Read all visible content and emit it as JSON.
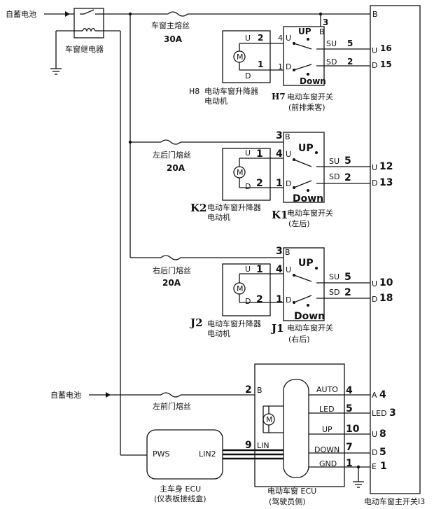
{
  "top": {
    "battery_label": "自蓄电池",
    "relay_label": "车窗继电器",
    "fuse_main_label": "车窗主熔丝",
    "fuse_main_rating": "30A"
  },
  "master": {
    "label": "电动车窗主开关I3",
    "pin_B": "B",
    "pins": [
      {
        "letter": "U",
        "number": "16"
      },
      {
        "letter": "D",
        "number": "15"
      },
      {
        "letter": "U",
        "number": "12"
      },
      {
        "letter": "D",
        "number": "13"
      },
      {
        "letter": "U",
        "number": "10"
      },
      {
        "letter": "D",
        "number": "18"
      },
      {
        "letter": "A",
        "number": "4"
      },
      {
        "letter": "LED",
        "number": "3"
      },
      {
        "letter": "U",
        "number": "8"
      },
      {
        "letter": "D",
        "number": "5"
      },
      {
        "letter": "E",
        "number": "1"
      }
    ]
  },
  "front_pass": {
    "motor_code": "H8",
    "motor_name_1": "电动车窗升降器",
    "motor_name_2": "电动机",
    "switch_code": "H7",
    "switch_name": "电动车窗开关",
    "switch_pos": "(前排乘客)",
    "pin_b": "3",
    "pin_u_motor": "2",
    "pin_d_motor": "1",
    "pin_u_sw": "4",
    "pin_d_sw": "1",
    "pin_su": "5",
    "pin_sd": "2",
    "up": "UP",
    "down": "Down",
    "b": "B",
    "u": "U",
    "d": "D",
    "su": "SU",
    "sd": "SD",
    "m": "M"
  },
  "left_rear": {
    "fuse_label": "左后门熔丝",
    "fuse_rating": "20A",
    "motor_code": "K2",
    "motor_name_1": "电动车窗升降器",
    "motor_name_2": "电动机",
    "switch_code": "K1",
    "switch_name": "电动车窗开关",
    "switch_pos": "(左后)",
    "pin_b": "3",
    "pin_u_motor": "1",
    "pin_d_motor": "2",
    "pin_u_sw": "4",
    "pin_d_sw": "1",
    "pin_su": "5",
    "pin_sd": "2",
    "up": "UP",
    "down": "Down",
    "b": "B",
    "u": "U",
    "d": "D",
    "su": "SU",
    "sd": "SD",
    "m": "M"
  },
  "right_rear": {
    "fuse_label": "右后门熔丝",
    "fuse_rating": "20A",
    "motor_code": "J2",
    "motor_name_1": "电动车窗升降器",
    "motor_name_2": "电动机",
    "switch_code": "J1",
    "switch_name": "电动车窗开关",
    "switch_pos": "(右后)",
    "pin_b": "3",
    "pin_u_motor": "1",
    "pin_d_motor": "2",
    "pin_u_sw": "4",
    "pin_d_sw": "1",
    "pin_su": "5",
    "pin_sd": "2",
    "up": "UP",
    "down": "Down",
    "b": "B",
    "u": "U",
    "d": "D",
    "su": "SU",
    "sd": "SD",
    "m": "M"
  },
  "driver": {
    "battery_label": "自蓄电池",
    "fuse_label": "左前门熔丝",
    "ecu_name": "电动车窗 ECU",
    "ecu_pos": "(驾驶员侧)",
    "pin_b_num": "2",
    "pin_b": "B",
    "auto": "AUTO",
    "auto_num": "4",
    "led": "LED",
    "led_num": "5",
    "up": "UP",
    "up_num": "10",
    "down": "DOWN",
    "down_num": "7",
    "gnd": "GND",
    "gnd_num": "1",
    "lin": "LIN",
    "lin_num": "9",
    "m": "M"
  },
  "body_ecu": {
    "name": "主车身 ECU",
    "pos": "(仪表板接线盒)",
    "pws": "PWS",
    "lin2": "LIN2"
  }
}
